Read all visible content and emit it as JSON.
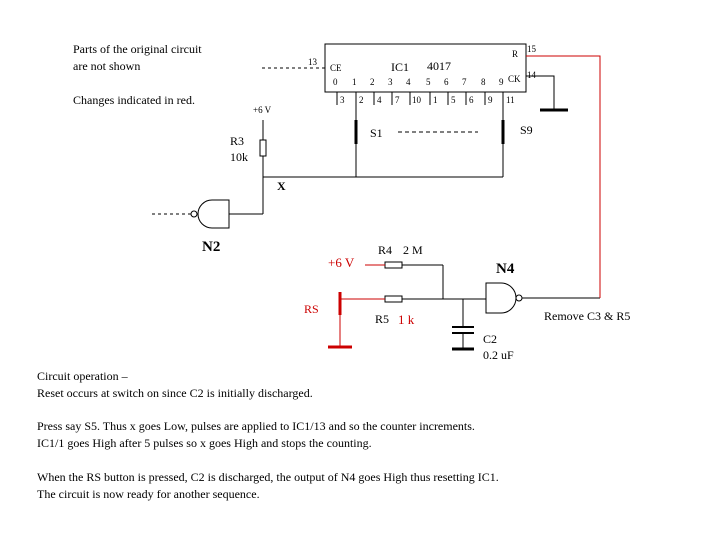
{
  "notes": {
    "parts_not_shown_1": "Parts of the original circuit",
    "parts_not_shown_2": "are not shown",
    "changes": "Changes indicated in red."
  },
  "ic1": {
    "ce": "CE",
    "name": "IC1",
    "part": "4017",
    "r": "R",
    "ck": "CK",
    "pin_ce": "13",
    "pin_r": "15",
    "pin_ck": "14",
    "outputs": [
      "0",
      "1",
      "2",
      "3",
      "4",
      "5",
      "6",
      "7",
      "8",
      "9"
    ],
    "pin_numbers": [
      "3",
      "2",
      "4",
      "7",
      "10",
      "1",
      "5",
      "6",
      "9",
      "11"
    ]
  },
  "supply_top": "+6 V",
  "r3": {
    "name": "R3",
    "value": "10k"
  },
  "s1": "S1",
  "s9": "S9",
  "node_x": "X",
  "n2": "N2",
  "n4": "N4",
  "supply_red": "+6 V",
  "r4": {
    "name": "R4",
    "value": "2 M"
  },
  "rs": "RS",
  "r5": {
    "name": "R5",
    "value": "1 k"
  },
  "c2": {
    "name": "C2",
    "value": "0.2 uF"
  },
  "remove_note": "Remove C3 & R5",
  "description": {
    "heading": "Circuit operation –",
    "line1": "Reset occurs at switch on since C2 is initially discharged.",
    "line2": "Press say S5. Thus x goes Low, pulses are applied to IC1/13 and so the counter increments.",
    "line3": "IC1/1 goes High after 5 pulses so x goes High and stops the counting.",
    "line4": "When the RS button is pressed, C2 is discharged, the output of N4 goes High thus resetting IC1.",
    "line5": "The circuit is now ready for another sequence."
  },
  "colors": {
    "change": "#cc0000",
    "wire": "#000000"
  }
}
